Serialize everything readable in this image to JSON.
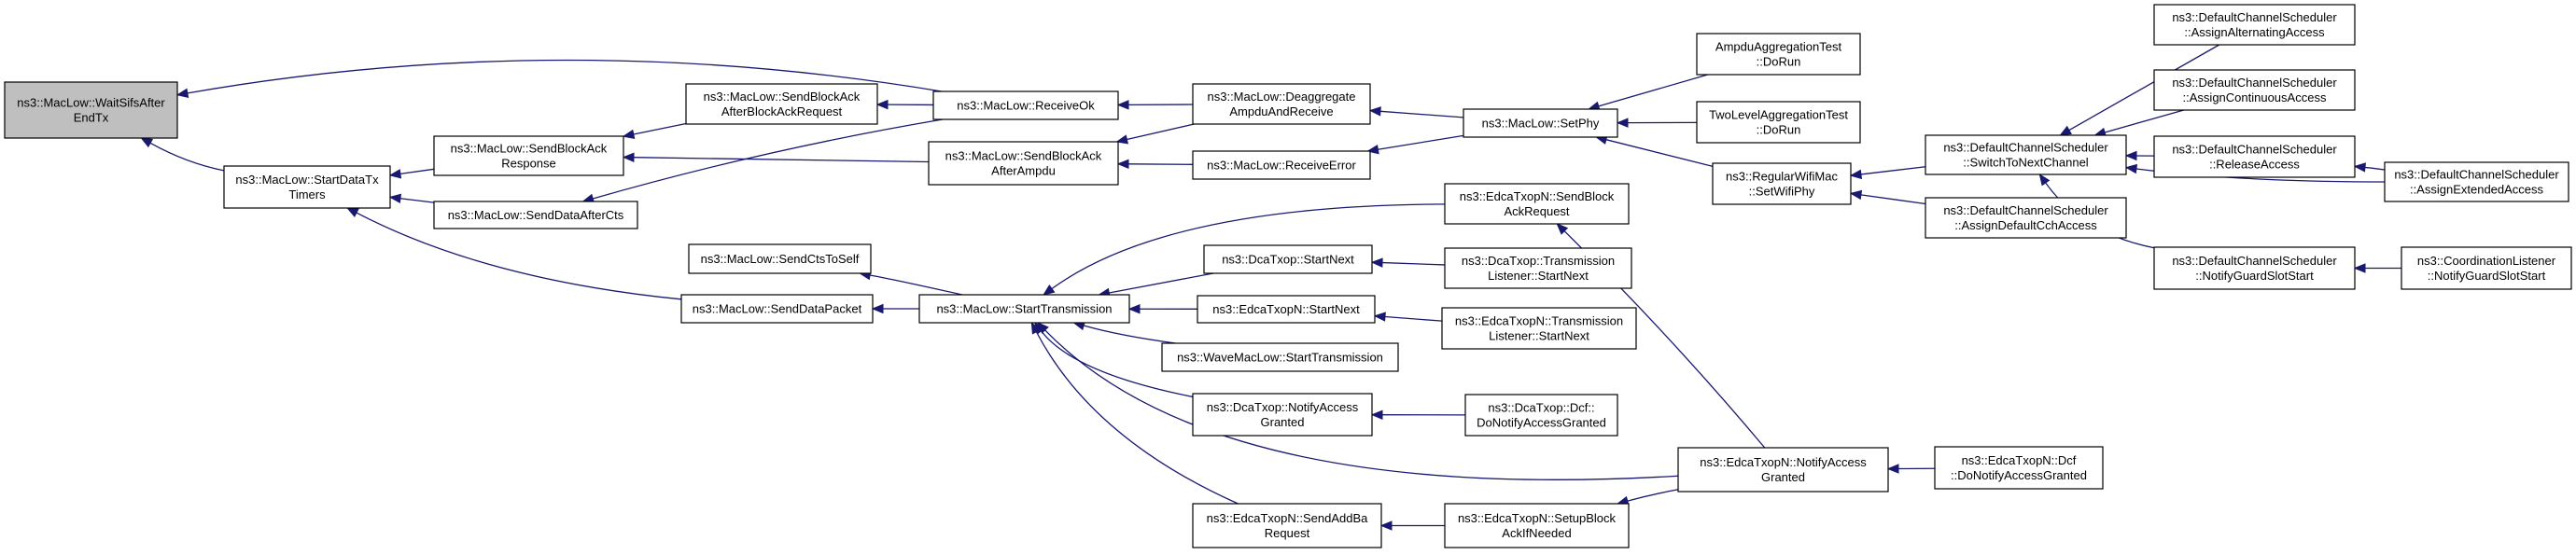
{
  "graph": {
    "nodes": [
      {
        "id": "waitsifs",
        "lines": [
          "ns3::MacLow::WaitSifsAfter",
          "EndTx"
        ],
        "highlight": true
      },
      {
        "id": "startdatatx",
        "lines": [
          "ns3::MacLow::StartDataTx",
          "Timers"
        ]
      },
      {
        "id": "sendblockackresponse",
        "lines": [
          "ns3::MacLow::SendBlockAck",
          "Response"
        ]
      },
      {
        "id": "senddataaftercts",
        "lines": [
          "ns3::MacLow::SendDataAfterCts"
        ]
      },
      {
        "id": "sendctstoself",
        "lines": [
          "ns3::MacLow::SendCtsToSelf"
        ]
      },
      {
        "id": "senddatapacket",
        "lines": [
          "ns3::MacLow::SendDataPacket"
        ]
      },
      {
        "id": "sendblockackafterbar",
        "lines": [
          "ns3::MacLow::SendBlockAck",
          "AfterBlockAckRequest"
        ]
      },
      {
        "id": "receiveok",
        "lines": [
          "ns3::MacLow::ReceiveOk"
        ]
      },
      {
        "id": "sendblockackafterampdu",
        "lines": [
          "ns3::MacLow::SendBlockAck",
          "AfterAmpdu"
        ]
      },
      {
        "id": "starttransmission",
        "lines": [
          "ns3::MacLow::StartTransmission"
        ]
      },
      {
        "id": "deaggregate",
        "lines": [
          "ns3::MacLow::Deaggregate",
          "AmpduAndReceive"
        ]
      },
      {
        "id": "receiveerror",
        "lines": [
          "ns3::MacLow::ReceiveError"
        ]
      },
      {
        "id": "dcastartnext",
        "lines": [
          "ns3::DcaTxop::StartNext"
        ]
      },
      {
        "id": "edcastartnext",
        "lines": [
          "ns3::EdcaTxopN::StartNext"
        ]
      },
      {
        "id": "wavestarttx",
        "lines": [
          "ns3::WaveMacLow::StartTransmission"
        ]
      },
      {
        "id": "dcanotifyaccess",
        "lines": [
          "ns3::DcaTxop::NotifyAccess",
          "Granted"
        ]
      },
      {
        "id": "edcasendaddba",
        "lines": [
          "ns3::EdcaTxopN::SendAddBa",
          "Request"
        ]
      },
      {
        "id": "setphy",
        "lines": [
          "ns3::MacLow::SetPhy"
        ]
      },
      {
        "id": "edcasendblockackreq",
        "lines": [
          "ns3::EdcaTxopN::SendBlock",
          "AckRequest"
        ]
      },
      {
        "id": "dcatxlistener",
        "lines": [
          "ns3::DcaTxop::Transmission",
          "Listener::StartNext"
        ]
      },
      {
        "id": "edcatxlistener",
        "lines": [
          "ns3::EdcaTxopN::Transmission",
          "Listener::StartNext"
        ]
      },
      {
        "id": "dcadcfnotify",
        "lines": [
          "ns3::DcaTxop::Dcf::",
          "DoNotifyAccessGranted"
        ]
      },
      {
        "id": "edcasetupblockack",
        "lines": [
          "ns3::EdcaTxopN::SetupBlock",
          "AckIfNeeded"
        ]
      },
      {
        "id": "ampdutest",
        "lines": [
          "AmpduAggregationTest",
          "::DoRun"
        ]
      },
      {
        "id": "twoleveltest",
        "lines": [
          "TwoLevelAggregationTest",
          "::DoRun"
        ]
      },
      {
        "id": "regularsetphy",
        "lines": [
          "ns3::RegularWifiMac",
          "::SetWifiPhy"
        ]
      },
      {
        "id": "edcanotifyaccess",
        "lines": [
          "ns3::EdcaTxopN::NotifyAccess",
          "Granted"
        ]
      },
      {
        "id": "switchtonext",
        "lines": [
          "ns3::DefaultChannelScheduler",
          "::SwitchToNextChannel"
        ]
      },
      {
        "id": "assigndefaultcch",
        "lines": [
          "ns3::DefaultChannelScheduler",
          "::AssignDefaultCchAccess"
        ]
      },
      {
        "id": "edcadcfnotify",
        "lines": [
          "ns3::EdcaTxopN::Dcf",
          "::DoNotifyAccessGranted"
        ]
      },
      {
        "id": "assignalternating",
        "lines": [
          "ns3::DefaultChannelScheduler",
          "::AssignAlternatingAccess"
        ]
      },
      {
        "id": "assigncontinuous",
        "lines": [
          "ns3::DefaultChannelScheduler",
          "::AssignContinuousAccess"
        ]
      },
      {
        "id": "releaseaccess",
        "lines": [
          "ns3::DefaultChannelScheduler",
          "::ReleaseAccess"
        ]
      },
      {
        "id": "notifyguard",
        "lines": [
          "ns3::DefaultChannelScheduler",
          "::NotifyGuardSlotStart"
        ]
      },
      {
        "id": "assignextended",
        "lines": [
          "ns3::DefaultChannelScheduler",
          "::AssignExtendedAccess"
        ]
      },
      {
        "id": "coordlistener",
        "lines": [
          "ns3::CoordinationListener",
          "::NotifyGuardSlotStart"
        ]
      }
    ],
    "edges": [
      {
        "from": "startdatatx",
        "to": "waitsifs"
      },
      {
        "from": "receiveok",
        "to": "waitsifs"
      },
      {
        "from": "sendblockackresponse",
        "to": "startdatatx"
      },
      {
        "from": "senddataaftercts",
        "to": "startdatatx"
      },
      {
        "from": "senddatapacket",
        "to": "startdatatx"
      },
      {
        "from": "sendblockackafterbar",
        "to": "sendblockackresponse"
      },
      {
        "from": "sendblockackafterampdu",
        "to": "sendblockackresponse"
      },
      {
        "from": "receiveok",
        "to": "senddataaftercts"
      },
      {
        "from": "starttransmission",
        "to": "sendctstoself"
      },
      {
        "from": "starttransmission",
        "to": "senddatapacket"
      },
      {
        "from": "receiveok",
        "to": "sendblockackafterbar"
      },
      {
        "from": "deaggregate",
        "to": "receiveok"
      },
      {
        "from": "deaggregate",
        "to": "sendblockackafterampdu"
      },
      {
        "from": "receiveerror",
        "to": "sendblockackafterampdu"
      },
      {
        "from": "setphy",
        "to": "deaggregate"
      },
      {
        "from": "setphy",
        "to": "receiveerror"
      },
      {
        "from": "ampdutest",
        "to": "setphy"
      },
      {
        "from": "twoleveltest",
        "to": "setphy"
      },
      {
        "from": "regularsetphy",
        "to": "setphy"
      },
      {
        "from": "switchtonext",
        "to": "regularsetphy"
      },
      {
        "from": "assigndefaultcch",
        "to": "regularsetphy"
      },
      {
        "from": "assignalternating",
        "to": "switchtonext"
      },
      {
        "from": "assigncontinuous",
        "to": "switchtonext"
      },
      {
        "from": "releaseaccess",
        "to": "switchtonext"
      },
      {
        "from": "assignextended",
        "to": "switchtonext"
      },
      {
        "from": "notifyguard",
        "to": "switchtonext"
      },
      {
        "from": "assignextended",
        "to": "releaseaccess"
      },
      {
        "from": "coordlistener",
        "to": "notifyguard"
      },
      {
        "from": "edcasendblockackreq",
        "to": "starttransmission"
      },
      {
        "from": "dcastartnext",
        "to": "starttransmission"
      },
      {
        "from": "edcastartnext",
        "to": "starttransmission"
      },
      {
        "from": "wavestarttx",
        "to": "starttransmission"
      },
      {
        "from": "dcanotifyaccess",
        "to": "starttransmission"
      },
      {
        "from": "edcasendaddba",
        "to": "starttransmission"
      },
      {
        "from": "edcanotifyaccess",
        "to": "starttransmission"
      },
      {
        "from": "dcatxlistener",
        "to": "dcastartnext"
      },
      {
        "from": "edcatxlistener",
        "to": "edcastartnext"
      },
      {
        "from": "dcadcfnotify",
        "to": "dcanotifyaccess"
      },
      {
        "from": "edcasetupblockack",
        "to": "edcasendaddba"
      },
      {
        "from": "edcanotifyaccess",
        "to": "edcasendblockackreq"
      },
      {
        "from": "edcanotifyaccess",
        "to": "edcasetupblockack"
      },
      {
        "from": "edcadcfnotify",
        "to": "edcanotifyaccess"
      }
    ]
  }
}
